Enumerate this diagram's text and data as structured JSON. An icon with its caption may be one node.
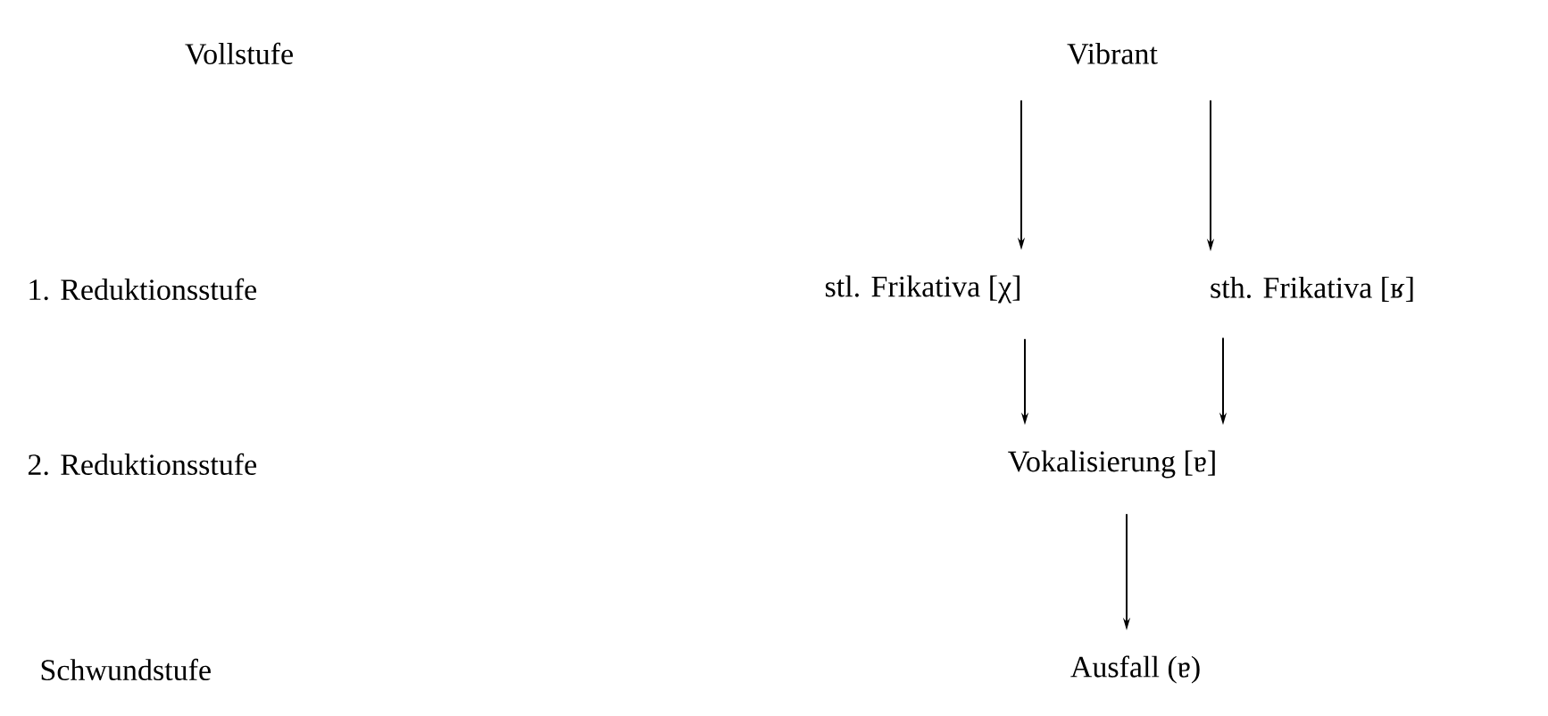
{
  "diagram": {
    "nodes": [
      {
        "text": [
          "Vibrant"
        ]
      },
      {
        "text": [
          "stl. Frikativa [χ]"
        ]
      },
      {
        "text": [
          "sth. Frikativa  [ʁ]"
        ]
      },
      {
        "text": [
          "Vokalisierung [ɐ]"
        ]
      },
      {
        "text": [
          "Ausfall (ɐ)"
        ]
      }
    ],
    "edges": [
      {
        "from": 0,
        "to": 1,
        "arrow": "to"
      },
      {
        "from": 0,
        "to": 2,
        "arrow": "to"
      },
      {
        "from": 1,
        "to": 3,
        "arrow": "to"
      },
      {
        "from": 2,
        "to": 3,
        "arrow": "to"
      },
      {
        "from": 3,
        "to": 4,
        "arrow": "to"
      }
    ],
    "labels": [
      "Vollstufe",
      "1. Reduktionsstufe",
      "2. Reduktionsstufe",
      "Schwundstufe"
    ]
  }
}
